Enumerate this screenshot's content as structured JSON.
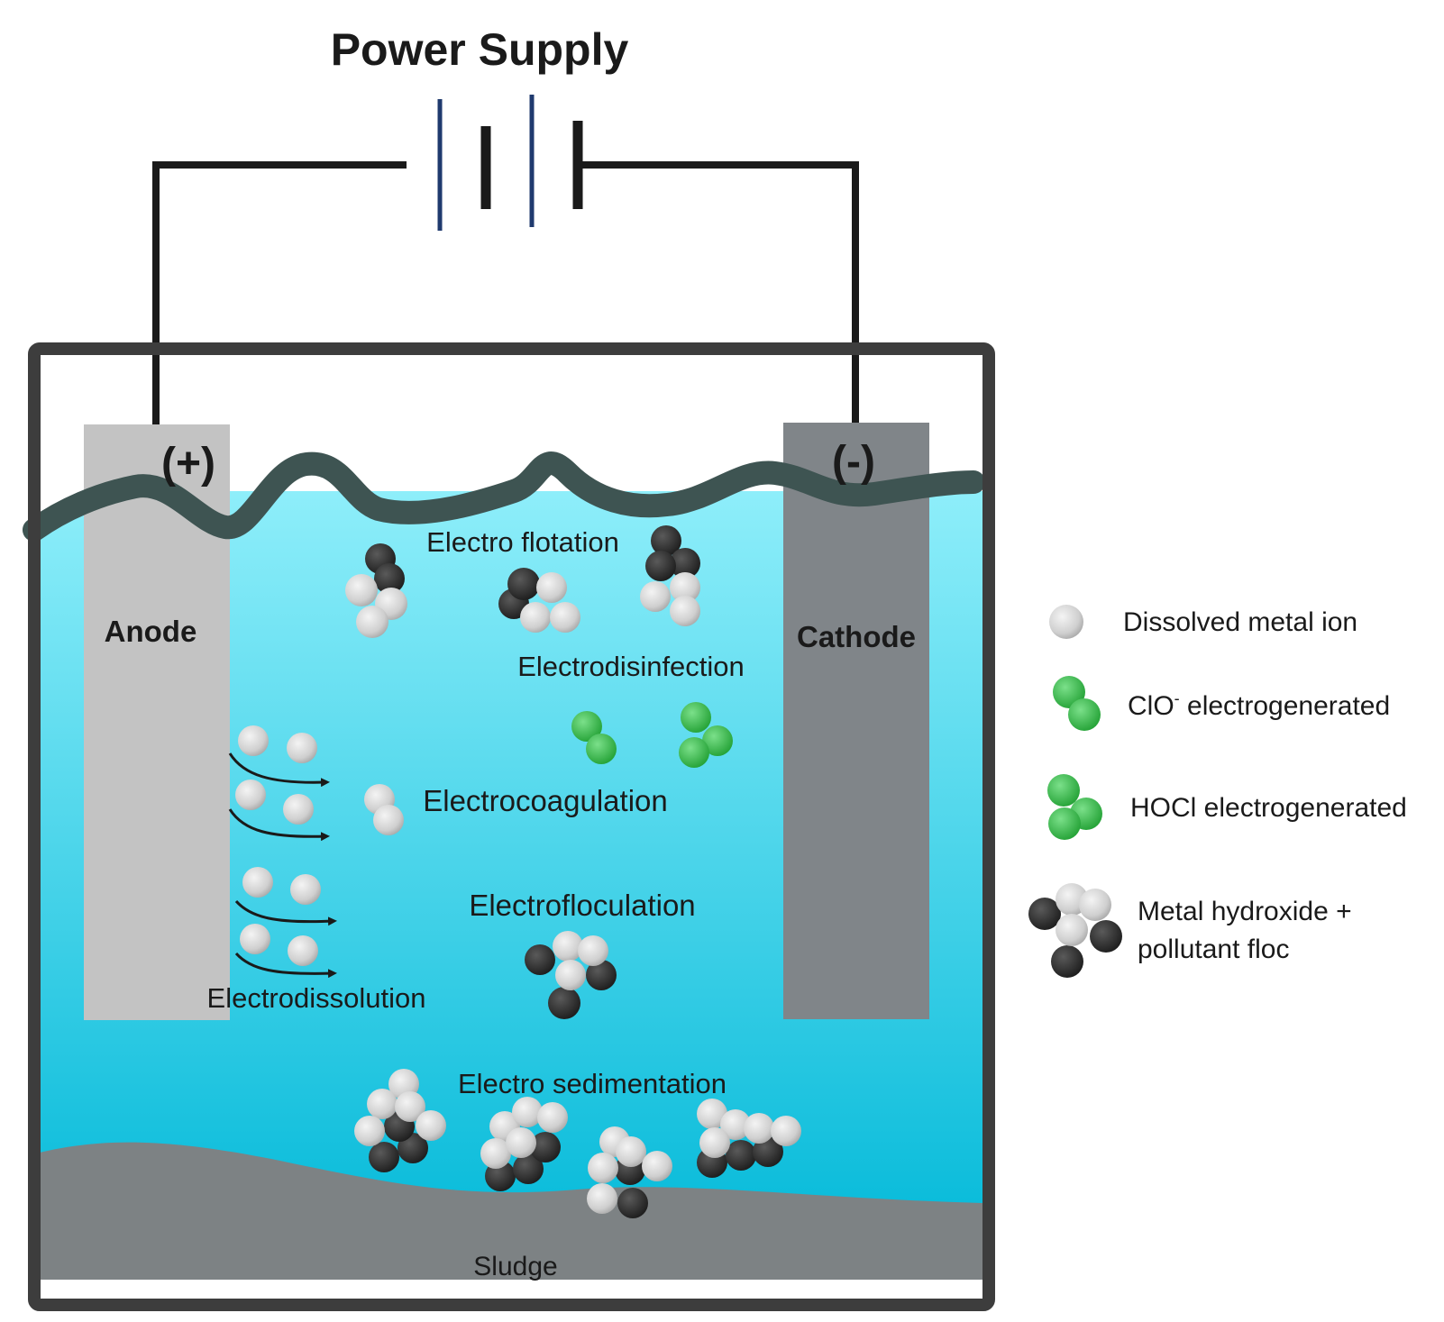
{
  "title": "Power Supply",
  "electrodes": {
    "anode": {
      "label": "Anode",
      "sign": "(+)"
    },
    "cathode": {
      "label": "Cathode",
      "sign": "(-)"
    }
  },
  "processes": {
    "flotation": "Electro flotation",
    "disinfection": "Electrodisinfection",
    "coagulation": "Electrocoagulation",
    "floculation": "Electrofloculation",
    "dissolution": "Electrodissolution",
    "sedimentation": "Electro sedimentation"
  },
  "sludge": "Sludge",
  "legend": {
    "metal_ion": "Dissolved metal ion",
    "clo_base": "ClO",
    "clo_sup": "-",
    "clo_rest": " electrogenerated",
    "hocl": "HOCl electrogenerated",
    "floc_line1": "Metal hydroxide +",
    "floc_line2": "pollutant floc"
  },
  "colors": {
    "water_top": "#8eeefa",
    "water_bottom": "#00b8d8",
    "tank_wall": "#3d3d3d",
    "anode": "#c3c3c3",
    "cathode": "#808589",
    "sludge": "#7d8284",
    "surface": "#3e5452",
    "metal_ion": "#d6d6d6",
    "hydroxide": "#2e2e2e",
    "chlorine": "#3dbb4c",
    "wire": "#1a1a1a",
    "battery_long": "#1f3a6e"
  }
}
